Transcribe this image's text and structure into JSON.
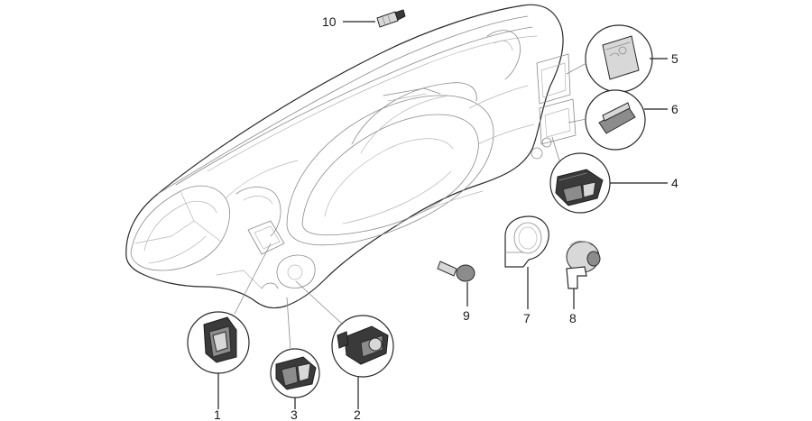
{
  "callouts": [
    "10",
    "5",
    "6",
    "4",
    "7",
    "8",
    "9",
    "1",
    "3",
    "2"
  ]
}
